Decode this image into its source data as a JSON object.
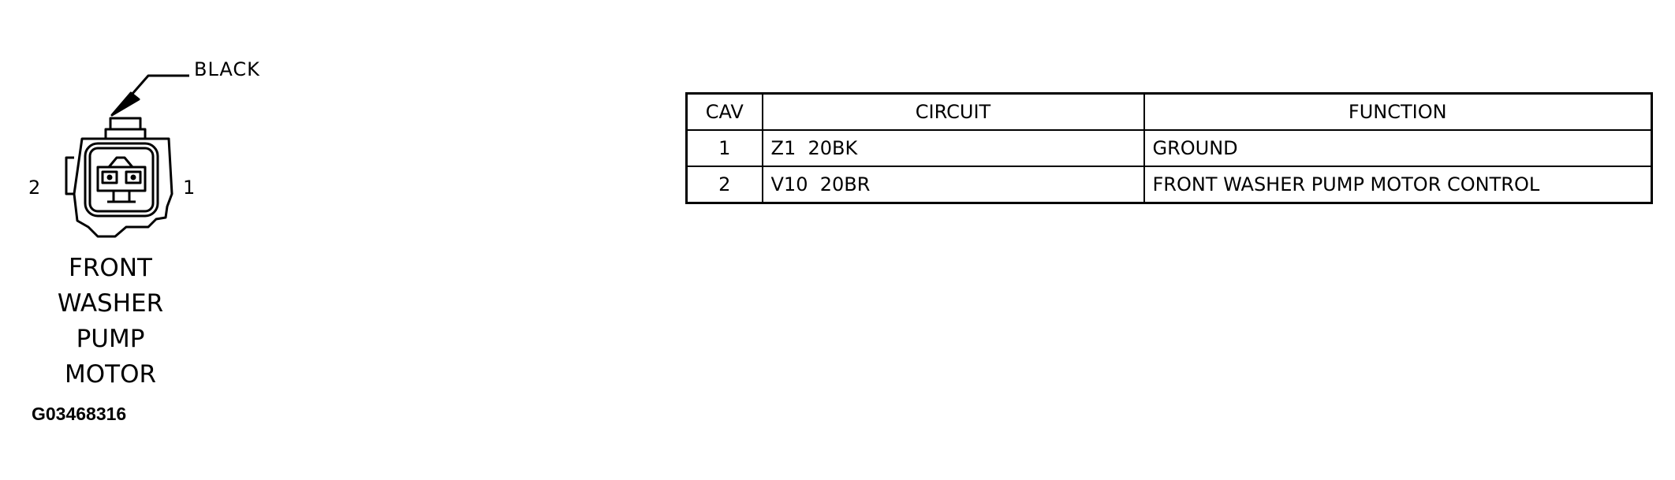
{
  "connector": {
    "color_label": "BLACK",
    "pin_left": "2",
    "pin_right": "1",
    "name_lines": [
      "FRONT",
      "WASHER",
      "PUMP",
      "MOTOR"
    ]
  },
  "figure_id": "G03468316",
  "pinout_table": {
    "headers": [
      "CAV",
      "CIRCUIT",
      "FUNCTION"
    ],
    "rows": [
      {
        "cav": "1",
        "circuit": "Z1  20BK",
        "function": "GROUND"
      },
      {
        "cav": "2",
        "circuit": "V10  20BR",
        "function": "FRONT WASHER PUMP MOTOR CONTROL"
      }
    ]
  }
}
